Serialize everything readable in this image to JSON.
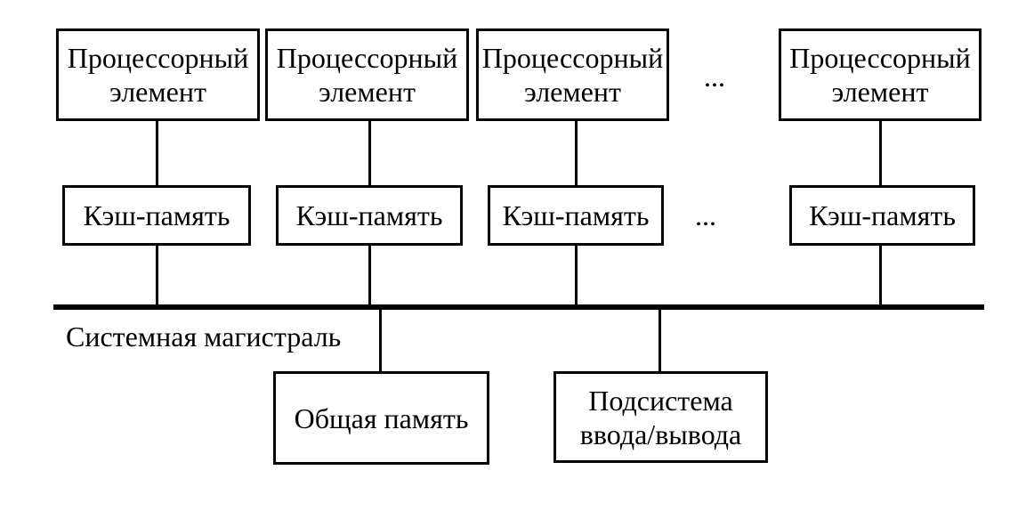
{
  "diagram": {
    "type": "block-diagram",
    "subject": "shared-memory multiprocessor with system bus",
    "processor_columns_shown": 4,
    "has_ellipsis_for_more_columns": true
  },
  "labels": {
    "processor_line1": "Процессорный",
    "processor_line2": "элемент",
    "cache": "Кэш-память",
    "ellipsis": "...",
    "bus": "Системная магистраль",
    "shared_memory": "Общая память",
    "io_line1": "Подсистема",
    "io_line2": "ввода/вывода"
  },
  "colors": {
    "line": "#000000",
    "text": "#000000",
    "background": "#ffffff"
  }
}
